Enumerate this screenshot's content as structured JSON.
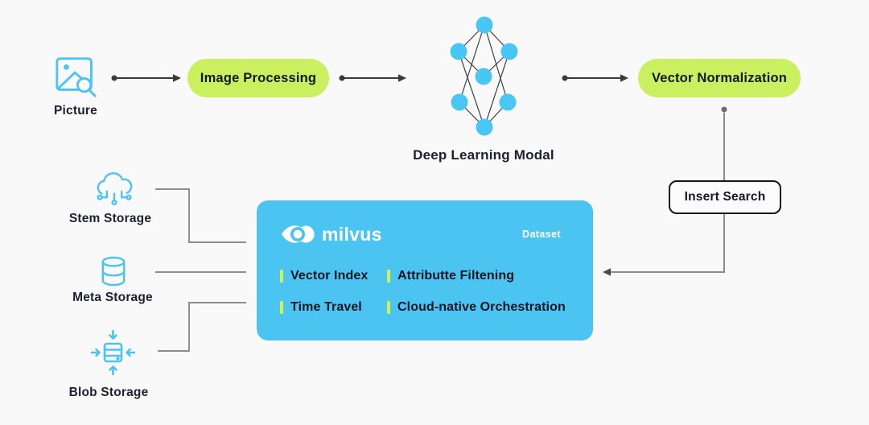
{
  "colors": {
    "background": "#f9f9f9",
    "accent_blue": "#4cc4f1",
    "accent_lime": "#cbf05f",
    "dark_text": "#1c2030",
    "arrow_dark": "#3a3a3a",
    "line_gray": "#7e7e7e",
    "white": "#ffffff"
  },
  "pipeline": {
    "picture": {
      "label": "Picture",
      "icon": "picture-search-icon"
    },
    "image_processing": {
      "label": "Image Processing"
    },
    "deep_learning": {
      "label": "Deep Learning Modal",
      "icon": "neural-network-icon"
    },
    "vector_normalization": {
      "label": "Vector Normalization"
    },
    "insert_search": {
      "label": "Insert Search"
    }
  },
  "storage": {
    "items": [
      {
        "label": "Stem Storage",
        "icon": "cloud-network-icon"
      },
      {
        "label": "Meta Storage",
        "icon": "database-icon"
      },
      {
        "label": "Blob Storage",
        "icon": "blob-server-icon"
      }
    ]
  },
  "milvus": {
    "brand": "milvus",
    "logo_icon": "milvus-eye-icon",
    "tag": "Dataset",
    "features": [
      "Vector Index",
      "Attributte Filtening",
      "Time Travel",
      "Cloud-native Orchestration"
    ]
  }
}
